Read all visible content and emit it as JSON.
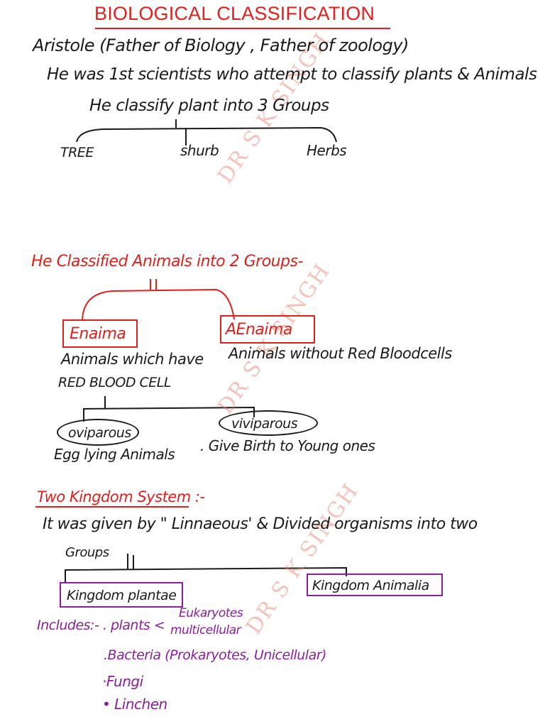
{
  "title": "BIOLOGICAL CLASSIFICATION",
  "watermark": "DR S K SINGH",
  "aristotle": {
    "line1": "Aristole (Father of Biology , Father of zoology)",
    "line2": "He was 1st scientists who attempt to classify plants & Animals",
    "line3": "He classify plant into 3 Groups",
    "groups": [
      "TREE",
      "shurb",
      "Herbs"
    ]
  },
  "animals": {
    "heading": "He Classified Animals into 2 Groups-",
    "enaima": "Enaima",
    "anenaima": "AEnaima",
    "enaima_desc1": "Animals which have",
    "enaima_desc2": "RED BLOOD CELL",
    "anenaima_desc": "Animals without Red Bloodcells",
    "oviparous": "oviparous",
    "viviparous": "viviparous",
    "oviparous_desc": "Egg lying Animals",
    "viviparous_desc": ". Give Birth to Young ones"
  },
  "two_kingdom": {
    "heading": "Two Kingdom System :-",
    "line1": "It was given by \" Linnaeous' & Divided organisms into two",
    "line2": "Groups",
    "plantae": "Kingdom plantae",
    "animalia": "Kingdom Animalia",
    "includes_label": "Includes:- . plants <",
    "plants_detail1": "Eukaryotes",
    "plants_detail2": "multicellular",
    "bacteria": ".Bacteria (Prokaryotes, Unicellular)",
    "fungi": "·Fungi",
    "lichen": "• Linchen"
  },
  "colors": {
    "black_ink": "#1a1a1a",
    "red_ink": "#e0201c",
    "purple_ink": "#8a1f9c"
  }
}
